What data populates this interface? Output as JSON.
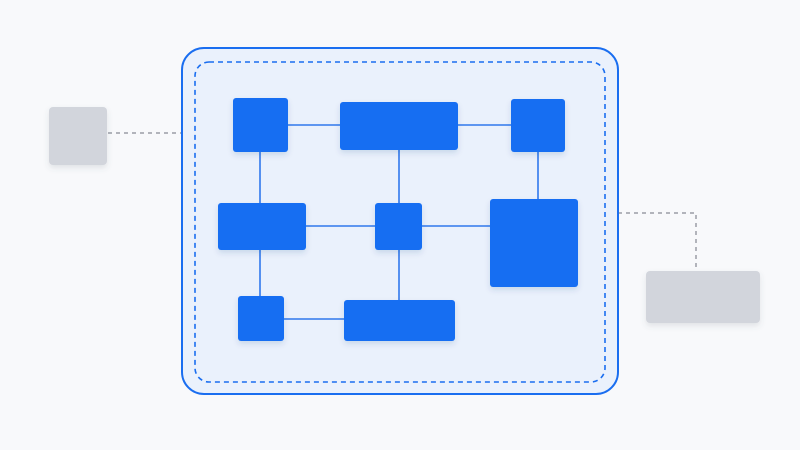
{
  "colors": {
    "background": "#f8f9fb",
    "container_fill": "#eaf1fc",
    "container_border": "#1a6ef0",
    "node_fill": "#166ef2",
    "node_connector": "#2f78ec",
    "external_fill": "#d2d5dc",
    "external_connector": "#9a9ea6"
  },
  "diagram": {
    "container": {
      "label": "",
      "border_style": "solid-outer-dashed-inner"
    },
    "nodes": [
      {
        "id": "n1",
        "label": ""
      },
      {
        "id": "n2",
        "label": ""
      },
      {
        "id": "n3",
        "label": ""
      },
      {
        "id": "n4",
        "label": ""
      },
      {
        "id": "n5",
        "label": ""
      },
      {
        "id": "n6",
        "label": ""
      },
      {
        "id": "n7",
        "label": ""
      },
      {
        "id": "n8",
        "label": ""
      }
    ],
    "edges": [
      [
        "n1",
        "n2"
      ],
      [
        "n2",
        "n3"
      ],
      [
        "n1",
        "n4"
      ],
      [
        "n2",
        "n5"
      ],
      [
        "n3",
        "n6"
      ],
      [
        "n4",
        "n5"
      ],
      [
        "n5",
        "n6"
      ],
      [
        "n4",
        "n7"
      ],
      [
        "n5",
        "n8"
      ],
      [
        "n7",
        "n8"
      ]
    ],
    "external_nodes": [
      {
        "id": "ext-left",
        "label": ""
      },
      {
        "id": "ext-right",
        "label": ""
      }
    ],
    "external_links": [
      {
        "from": "ext-left",
        "to": "container",
        "style": "dashed"
      },
      {
        "from": "container",
        "to": "ext-right",
        "style": "dashed"
      }
    ]
  }
}
